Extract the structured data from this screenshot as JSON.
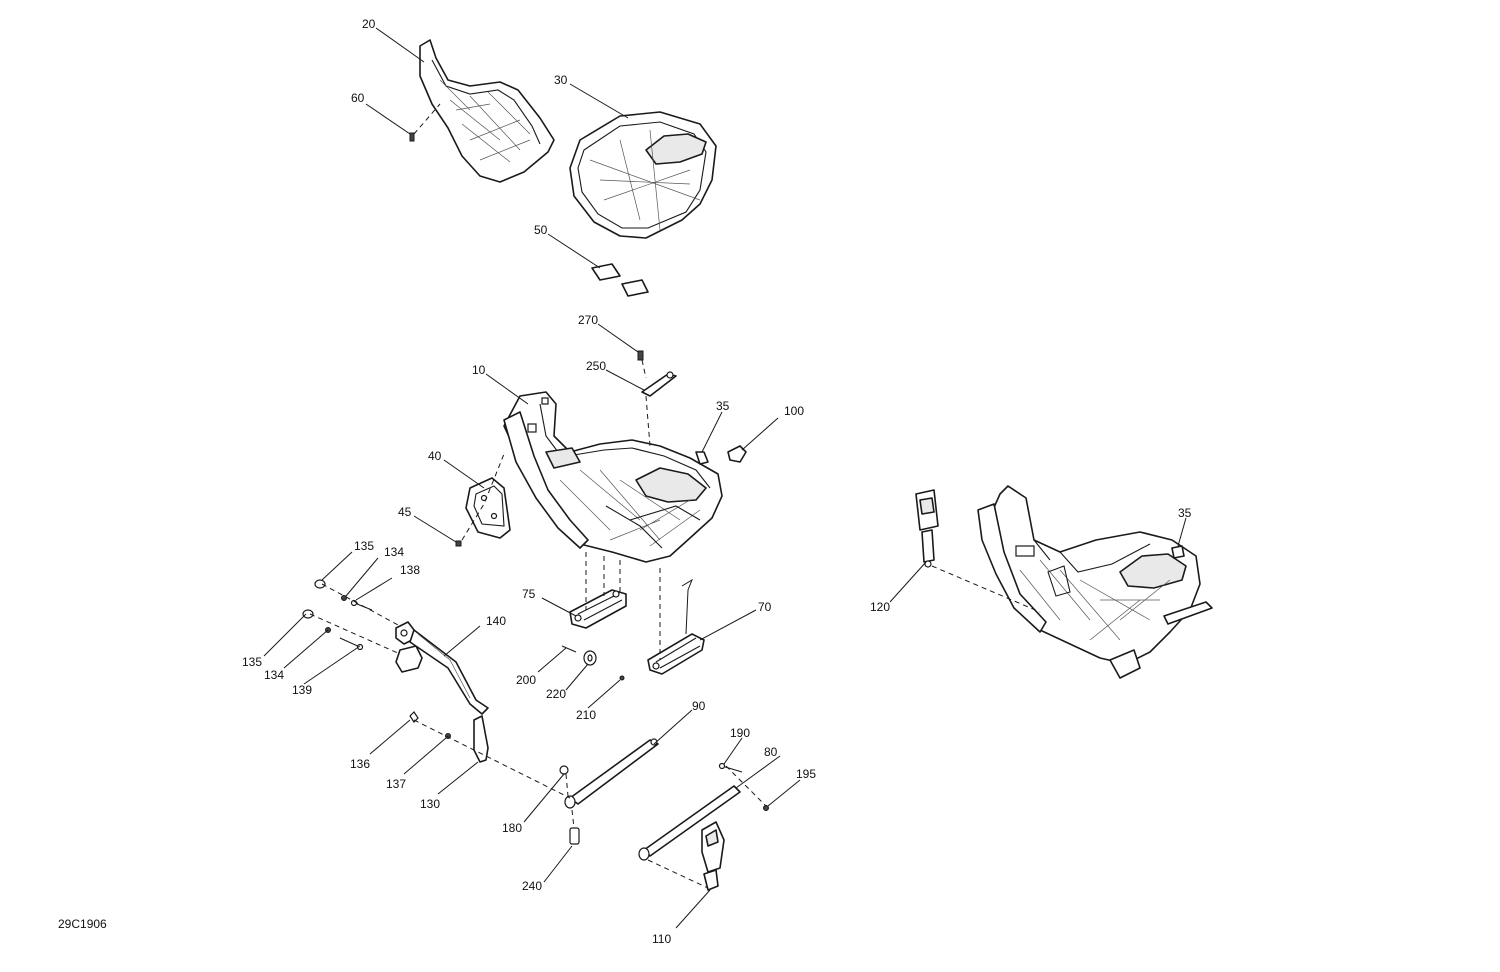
{
  "diagram_code": "29C1906",
  "callouts": {
    "c20": "20",
    "c60": "60",
    "c30": "30",
    "c50": "50",
    "c270": "270",
    "c250": "250",
    "c10": "10",
    "c35a": "35",
    "c100": "100",
    "c40": "40",
    "c45": "45",
    "c135a": "135",
    "c134a": "134",
    "c138": "138",
    "c140": "140",
    "c135b": "135",
    "c134b": "134",
    "c139": "139",
    "c75": "75",
    "c70": "70",
    "c200": "200",
    "c220": "220",
    "c210": "210",
    "c136": "136",
    "c137": "137",
    "c130": "130",
    "c90": "90",
    "c190": "190",
    "c80": "80",
    "c195": "195",
    "c180": "180",
    "c240": "240",
    "c110": "110",
    "c120": "120",
    "c35b": "35"
  }
}
